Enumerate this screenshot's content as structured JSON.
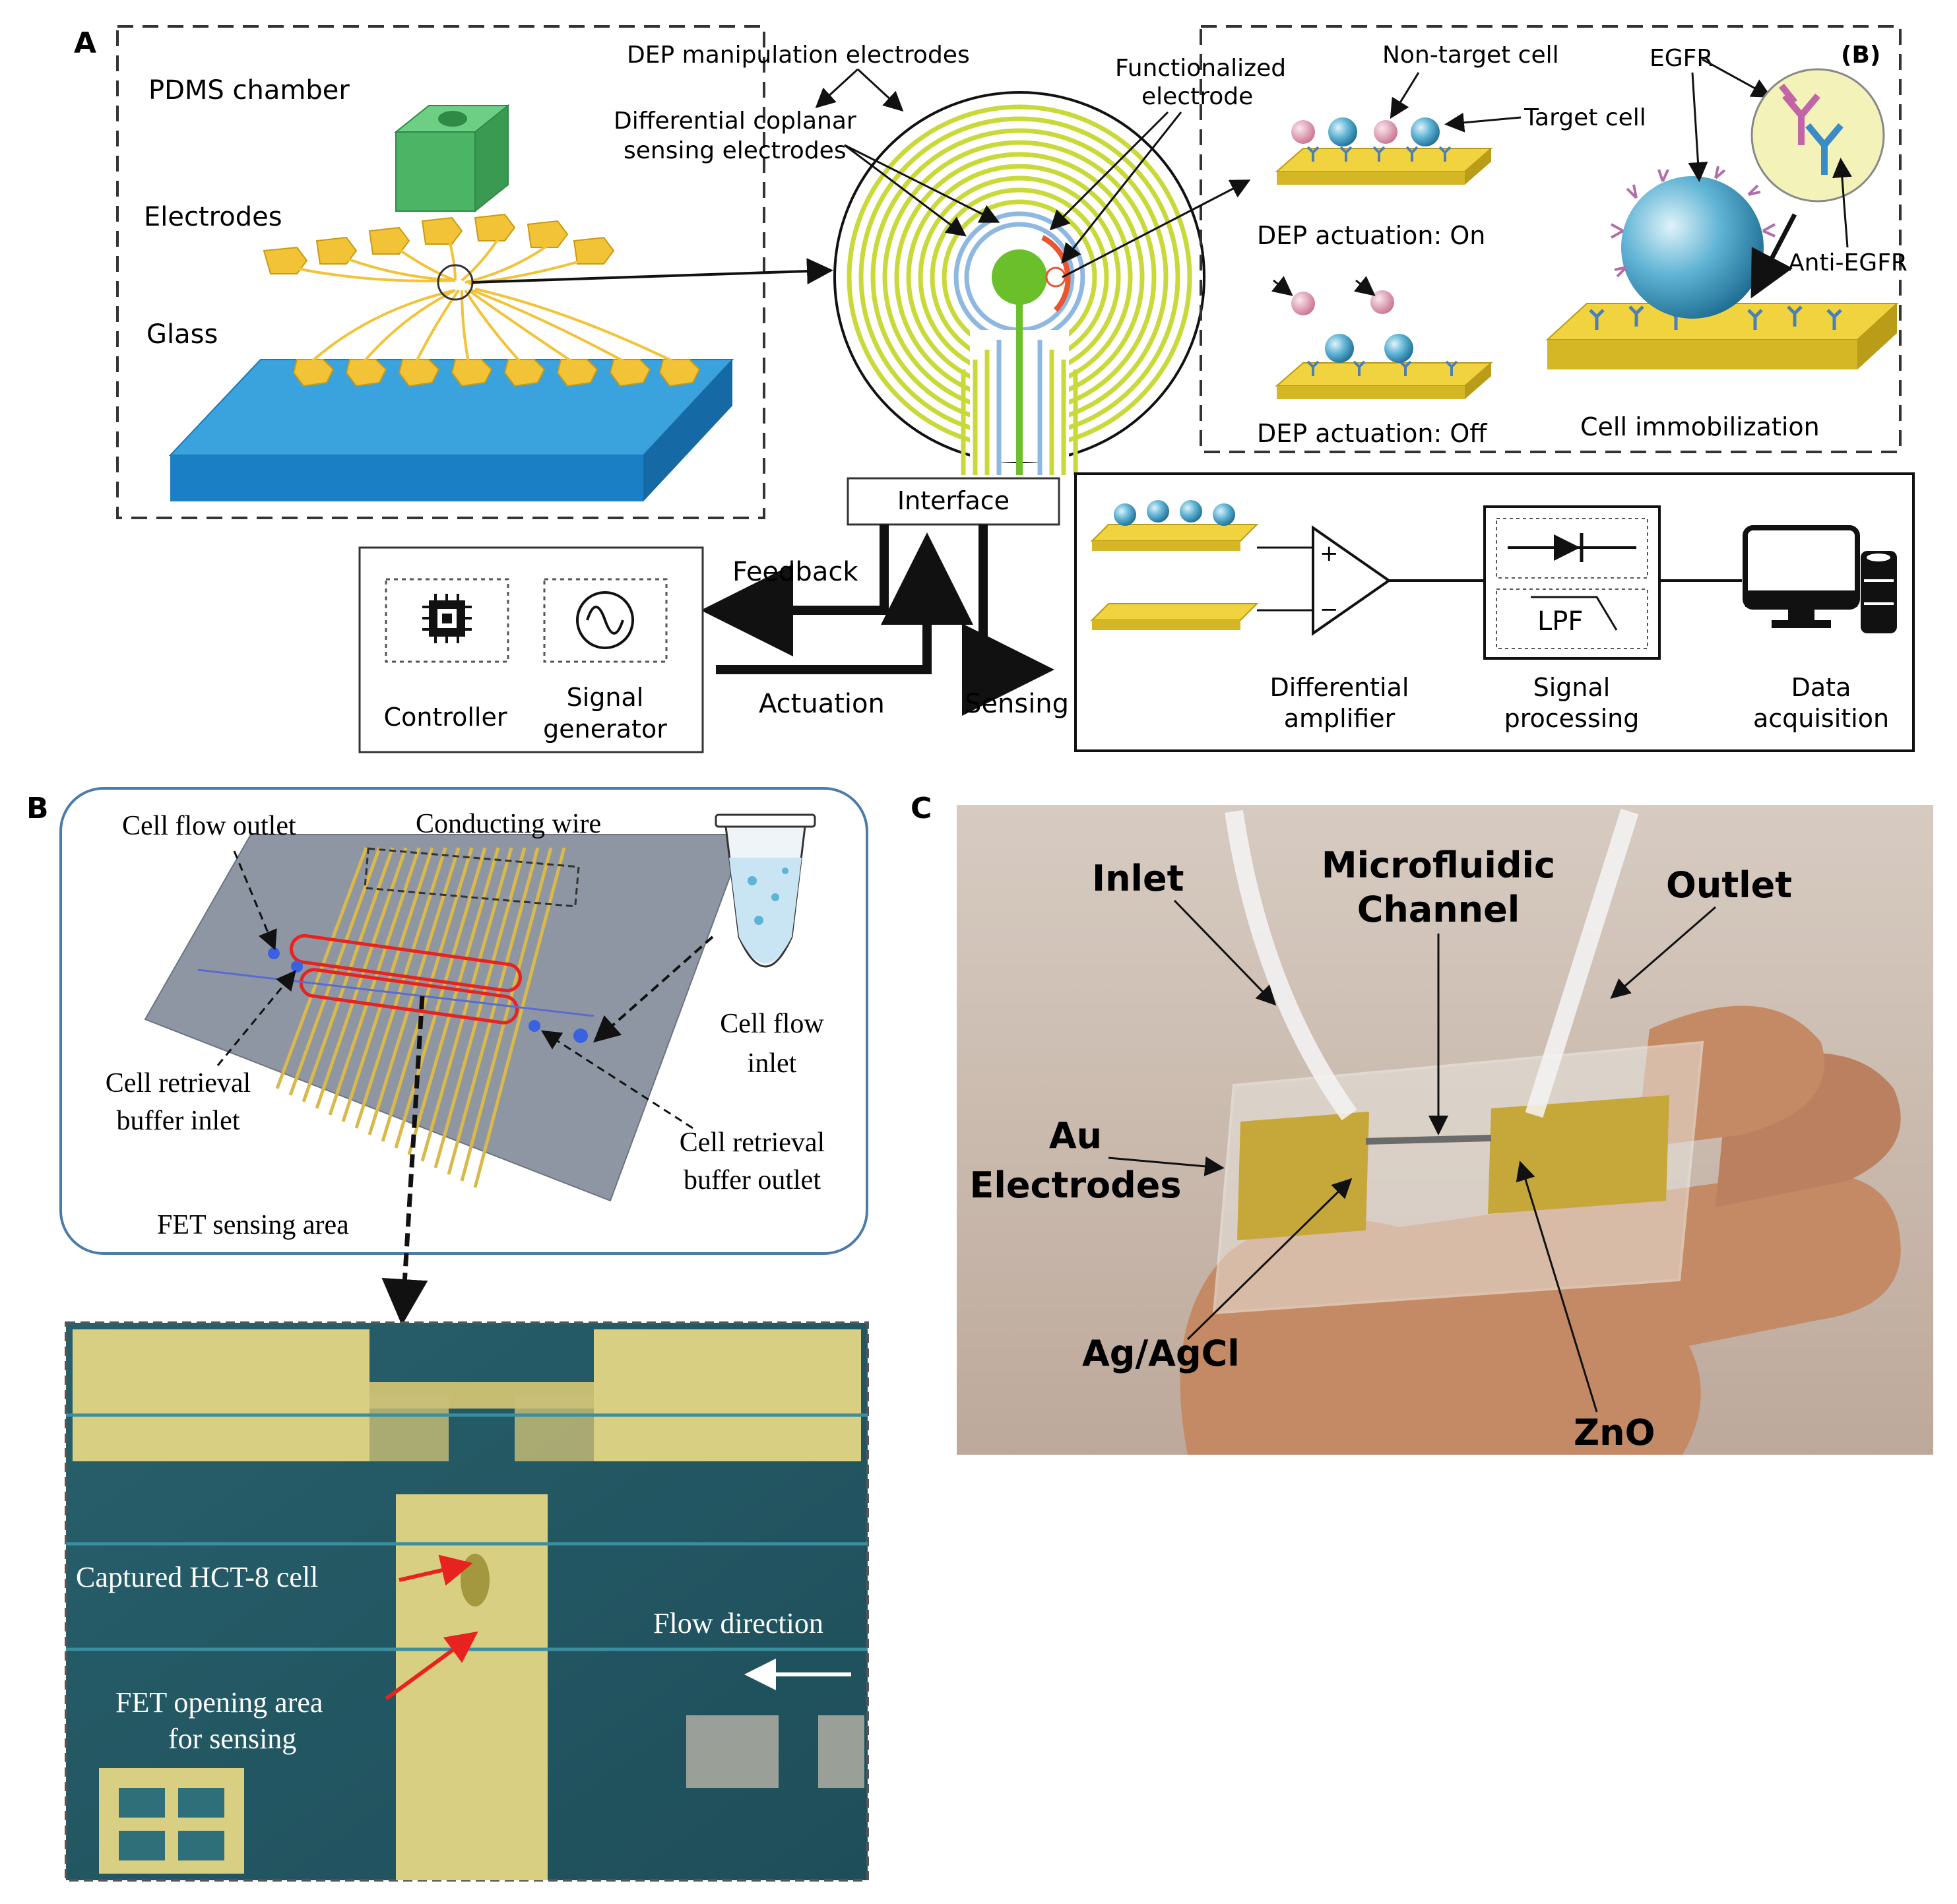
{
  "panels": {
    "a": "A",
    "b": "B",
    "c": "C",
    "inset_b": "(B)"
  },
  "panel_a": {
    "pdms_chamber": "PDMS chamber",
    "electrodes": "Electrodes",
    "glass": "Glass",
    "dep_manipulation": "DEP manipulation electrodes",
    "differential_coplanar_1": "Differential coplanar",
    "differential_coplanar_2": "sensing electrodes",
    "functionalized_1": "Functionalized",
    "functionalized_2": "electrode",
    "non_target_cell": "Non-target cell",
    "target_cell": "Target cell",
    "egfr": "EGFR",
    "anti_egfr": "Anti-EGFR",
    "dep_on": "DEP actuation: On",
    "dep_off": "DEP actuation: Off",
    "cell_immobilization": "Cell immobilization",
    "interface": "Interface",
    "feedback": "Feedback",
    "actuation": "Actuation",
    "sensing": "Sensing",
    "controller": "Controller",
    "signal_gen_1": "Signal",
    "signal_gen_2": "generator",
    "diff_amp_1": "Differential",
    "diff_amp_2": "amplifier",
    "sig_proc_1": "Signal",
    "sig_proc_2": "processing",
    "data_acq_1": "Data",
    "data_acq_2": "acquisition",
    "lpf": "LPF",
    "plus": "+",
    "minus": "−"
  },
  "panel_b": {
    "cell_flow_outlet": "Cell flow outlet",
    "conducting_wire": "Conducting wire",
    "cell_flow_inlet_1": "Cell flow",
    "cell_flow_inlet_2": "inlet",
    "retrieval_inlet_1": "Cell retrieval",
    "retrieval_inlet_2": "buffer inlet",
    "retrieval_outlet_1": "Cell retrieval",
    "retrieval_outlet_2": "buffer outlet",
    "fet_sensing_area": "FET sensing area",
    "captured_cell": "Captured HCT-8 cell",
    "flow_direction": "Flow direction",
    "fet_opening_1": "FET opening area",
    "fet_opening_2": "for sensing"
  },
  "panel_c": {
    "inlet": "Inlet",
    "microfluidic_1": "Microfluidic",
    "microfluidic_2": "Channel",
    "outlet": "Outlet",
    "au_1": "Au",
    "au_2": "Electrodes",
    "agagcl": "Ag/AgCl",
    "zno": "ZnO"
  },
  "colors": {
    "electrode_yellow": "#f2c237",
    "glass_blue": "#2f9ad8",
    "pdms_green": "#52b86a",
    "ring_yellow": "#c9d93a",
    "cell_blue": "#4aa3c8",
    "cell_pink": "#d98aa8",
    "gold_plate": "#e0c23c",
    "micro_teal": "#2f6f7a",
    "micro_gold": "#d8cf82",
    "photo_bg": "#cdbfb3",
    "skin": "#c48a66"
  }
}
